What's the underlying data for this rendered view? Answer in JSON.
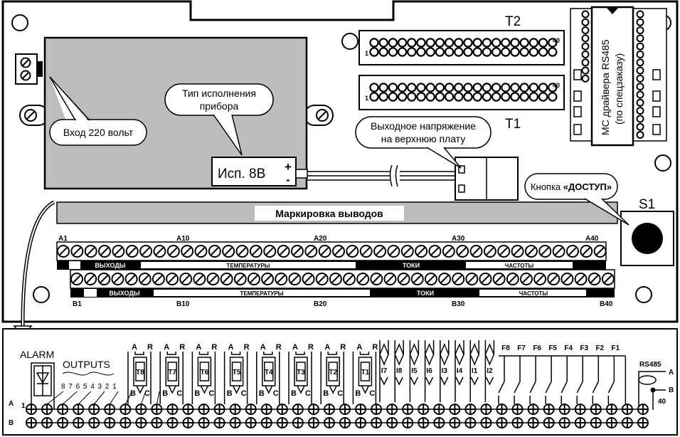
{
  "board": {
    "header_t2": "T2",
    "header_t1": "T1",
    "pin_one": "1",
    "pin_forty": "40",
    "s1_label": "S1",
    "pcb_marking": "Маркировка выводов"
  },
  "rs485_chip": {
    "line1": "МС драйвера RS485",
    "line2": "(по спецзаказу)"
  },
  "callouts": {
    "input": "Вход 220 вольт",
    "type_line1": "Тип исполнения",
    "type_line2": "прибора",
    "output_line1": "Выходное напряжение",
    "output_line2": "на верхнюю плату",
    "button_prefix": "Кнопка ",
    "button_name": "«ДОСТУП»"
  },
  "version_box": {
    "text": "Исп. 8В",
    "plus": "+",
    "minus": "-"
  },
  "row_a": {
    "marks": [
      "A1",
      "A10",
      "A20",
      "A30",
      "A40"
    ],
    "groups": [
      "ВЫХОДЫ",
      "ТЕМПЕРАТУРЫ",
      "ТОКИ",
      "ЧАСТОТЫ"
    ]
  },
  "row_b": {
    "marks": [
      "B1",
      "B10",
      "B20",
      "B30",
      "B40"
    ],
    "groups": [
      "ВЫХОДЫ",
      "ТЕМПЕРАТУРЫ",
      "ТОКИ",
      "ЧАСТОТЫ"
    ]
  },
  "schematic": {
    "alarm": "ALARM",
    "outputs": "OUTPUTS",
    "output_numbers": [
      "8",
      "7",
      "6",
      "5",
      "4",
      "3",
      "2",
      "1"
    ],
    "row_a_letter": "A",
    "row_b_letter": "B",
    "pin_one": "1",
    "pin_forty": "40",
    "rs485": "RS485",
    "rs485_a": "A",
    "rs485_b": "B",
    "thermistors": [
      "T8",
      "T7",
      "T6",
      "T5",
      "T4",
      "T3",
      "T2",
      "T1"
    ],
    "therm_pins": {
      "a": "A",
      "r": "R",
      "b": "B",
      "c": "C"
    },
    "currents": [
      "I7",
      "I8",
      "I5",
      "I6",
      "I3",
      "I4",
      "I1",
      "I2"
    ],
    "frequencies": [
      "F8",
      "F7",
      "F6",
      "F5",
      "F4",
      "F3",
      "F2",
      "F1"
    ]
  }
}
